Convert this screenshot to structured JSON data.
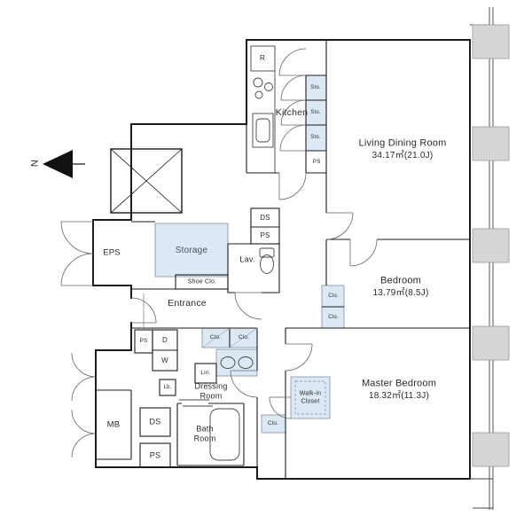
{
  "floorplan": {
    "compass": {
      "north_label": "N"
    },
    "rooms": {
      "living_dining": {
        "name": "Living Dining Room",
        "area": "34.17㎡(21.0J)"
      },
      "bedroom": {
        "name": "Bedroom",
        "area": "13.79㎡(8.5J)"
      },
      "master_bedroom": {
        "name": "Master Bedroom",
        "area": "18.32㎡(11.3J)"
      },
      "kitchen": {
        "name": "Kitchen"
      },
      "entrance": {
        "name": "Entrance"
      },
      "storage": {
        "name": "Storage"
      },
      "lavatory": {
        "name": "Lav."
      },
      "dressing_room": {
        "line1": "Dressing",
        "line2": "Room"
      },
      "bath_room": {
        "line1": "Bath",
        "line2": "Room"
      },
      "walk_in_closet": {
        "line1": "Walk-in",
        "line2": "Closet"
      }
    },
    "service": {
      "eps": "EPS",
      "mb": "MB",
      "ds": "DS",
      "ps": "PS"
    },
    "fixtures": {
      "refrigerator": "R",
      "dryer": "D",
      "washer": "W",
      "shoe_closet": "Shoe Clo.",
      "linen": "Lin.",
      "laundry_box": "Lb.",
      "storage_cell": "Sto.",
      "closet_cell": "Clo."
    },
    "colors": {
      "closet_fill": "#dce8f4",
      "column_fill": "#d6d6d6",
      "wall": "#1c1c1c"
    }
  }
}
